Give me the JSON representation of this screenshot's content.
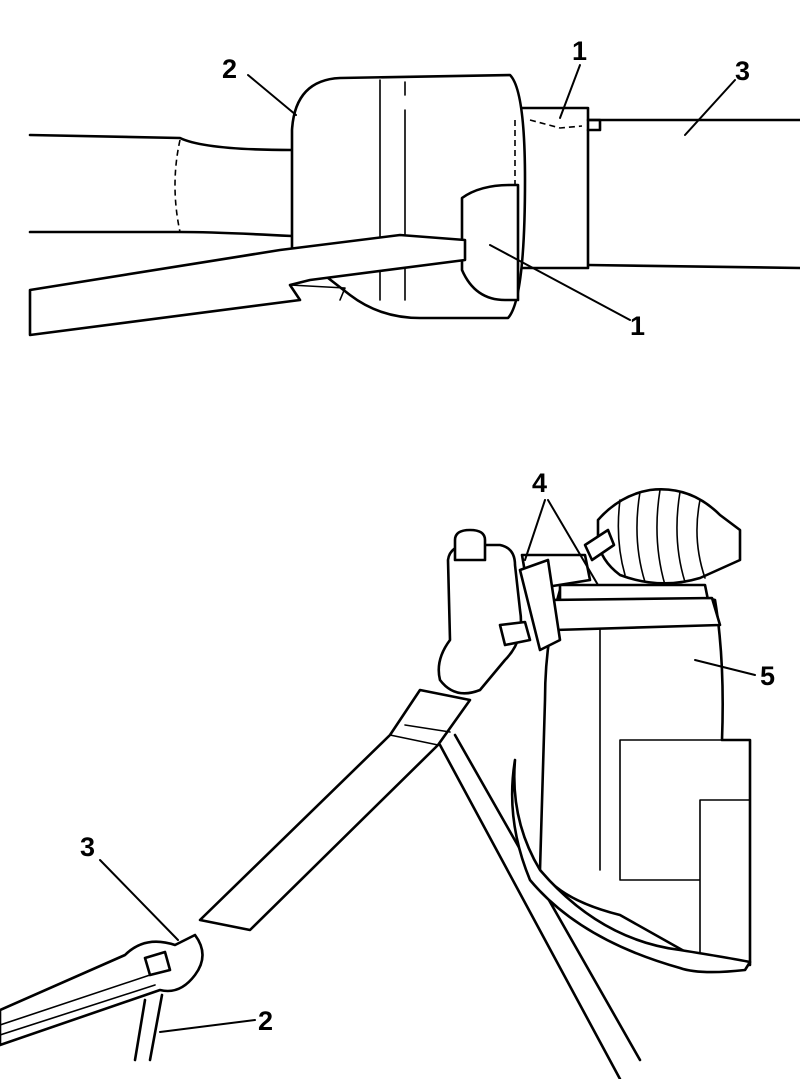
{
  "callouts": {
    "top": {
      "c1_upper": "1",
      "c2": "2",
      "c3": "3",
      "c1_lower": "1"
    },
    "bottom": {
      "c4": "4",
      "c5": "5",
      "c3": "3",
      "c2": "2"
    }
  }
}
